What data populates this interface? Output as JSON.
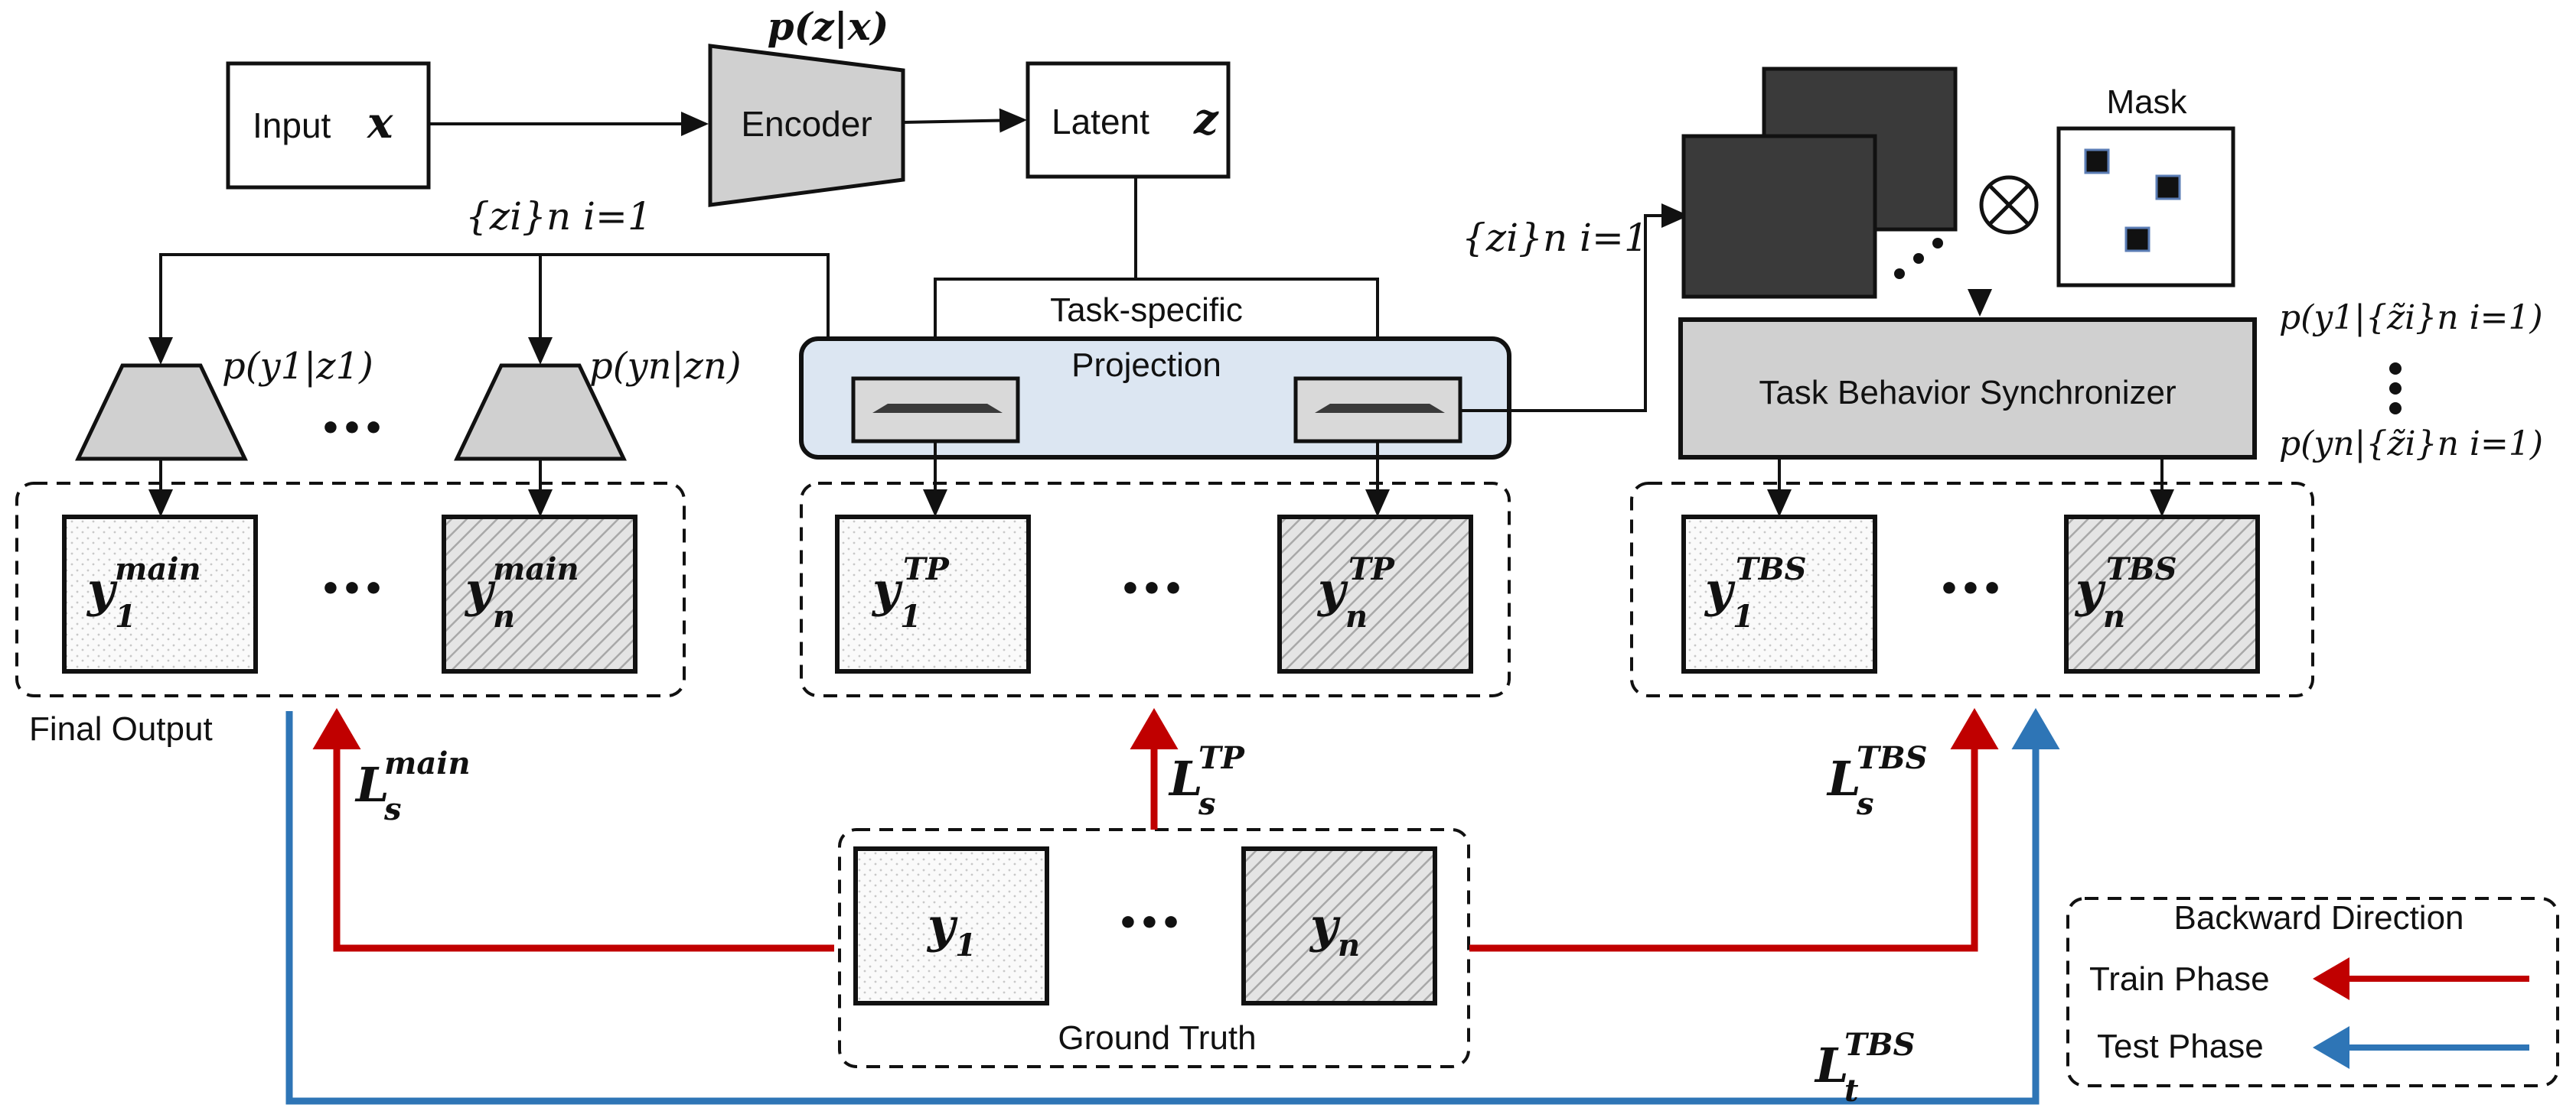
{
  "labels": {
    "input": "Input",
    "input_var": "x",
    "encoder": "Encoder",
    "encoder_dist": "p(z|x)",
    "latent": "Latent",
    "latent_var": "z",
    "zset_left": "{zi}n i=1",
    "zset_right": "{zi}n i=1",
    "head_1": "p(y1|z1)",
    "head_n": "p(yn|zn)",
    "task_specific": "Task-specific",
    "projection": "Projection",
    "mask": "Mask",
    "otimes": "⊗",
    "tbs": "Task Behavior Synchronizer",
    "tbs_dist_1": "p(y1|{z̃i}n i=1)",
    "tbs_dist_n": "p(yn|{z̃i}n i=1)",
    "final_output": "Final Output",
    "ground_truth": "Ground Truth",
    "ellipsis": "•••",
    "legend_title": "Backward Direction",
    "legend_train": "Train Phase",
    "legend_test": "Test Phase"
  },
  "outputs": {
    "main": {
      "base": "y",
      "sup": "main"
    },
    "tp": {
      "base": "y",
      "sup": "TP"
    },
    "tbs": {
      "base": "y",
      "sup": "TBS"
    },
    "gt": {
      "base": "y"
    },
    "sub_1": "1",
    "sub_n": "n"
  },
  "losses": {
    "main": {
      "base": "L",
      "sub": "s",
      "sup": "main"
    },
    "tp": {
      "base": "L",
      "sub": "s",
      "sup": "TP"
    },
    "tbs_train": {
      "base": "L",
      "sub": "s",
      "sup": "TBS"
    },
    "tbs_test": {
      "base": "L",
      "sub": "t",
      "sup": "TBS"
    }
  },
  "colors": {
    "train": "#c00000",
    "test": "#2e75b6",
    "module_gray": "#d0d0d0",
    "projection_bg": "#dce6f2",
    "feature_map": "#3a3a3a"
  }
}
